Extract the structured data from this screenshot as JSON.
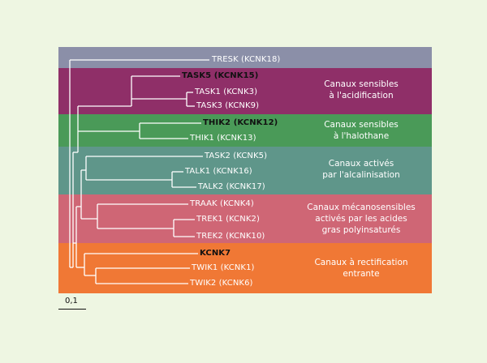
{
  "groups": [
    {
      "id": "tresk",
      "color": "#8b8fa8",
      "label": ""
    },
    {
      "id": "acid",
      "color": "#8f2f68",
      "label": "Canaux sensibles\nà l'acidification"
    },
    {
      "id": "halo",
      "color": "#4a9a58",
      "label": "Canaux sensibles\nà l'halothane"
    },
    {
      "id": "alca",
      "color": "#5f968a",
      "label": "Canaux activés\npar l'alcalinisation"
    },
    {
      "id": "meca",
      "color": "#cf6675",
      "label": "Canaux mécanosensibles\nactivés par les acides\ngras polyinsaturés"
    },
    {
      "id": "rect",
      "color": "#f07835",
      "label": "Canaux à rectification\nentrante"
    }
  ],
  "leaves": [
    {
      "id": "tresk",
      "label": "TRESK (KCNK18)",
      "dark": false
    },
    {
      "id": "task5",
      "label": "TASK5 (KCNK15)",
      "dark": true
    },
    {
      "id": "task1",
      "label": "TASK1 (KCNK3)",
      "dark": false
    },
    {
      "id": "task3",
      "label": "TASK3 (KCNK9)",
      "dark": false
    },
    {
      "id": "thik2",
      "label": "THIK2 (KCNK12)",
      "dark": true
    },
    {
      "id": "thik1",
      "label": "THIK1 (KCNK13)",
      "dark": false
    },
    {
      "id": "task2",
      "label": "TASK2 (KCNK5)",
      "dark": false
    },
    {
      "id": "talk1",
      "label": "TALK1 (KCNK16)",
      "dark": false
    },
    {
      "id": "talk2",
      "label": "TALK2 (KCNK17)",
      "dark": false
    },
    {
      "id": "traak",
      "label": "TRAAK (KCNK4)",
      "dark": false
    },
    {
      "id": "trek1",
      "label": "TREK1 (KCNK2)",
      "dark": false
    },
    {
      "id": "trek2",
      "label": "TREK2 (KCNK10)",
      "dark": false
    },
    {
      "id": "kcnk7",
      "label": "KCNK7",
      "dark": true
    },
    {
      "id": "twik1",
      "label": "TWIK1 (KCNK1)",
      "dark": false
    },
    {
      "id": "twik2",
      "label": "TWIK2 (KCNK6)",
      "dark": false
    }
  ],
  "scale_bar": {
    "label": "0,1"
  }
}
